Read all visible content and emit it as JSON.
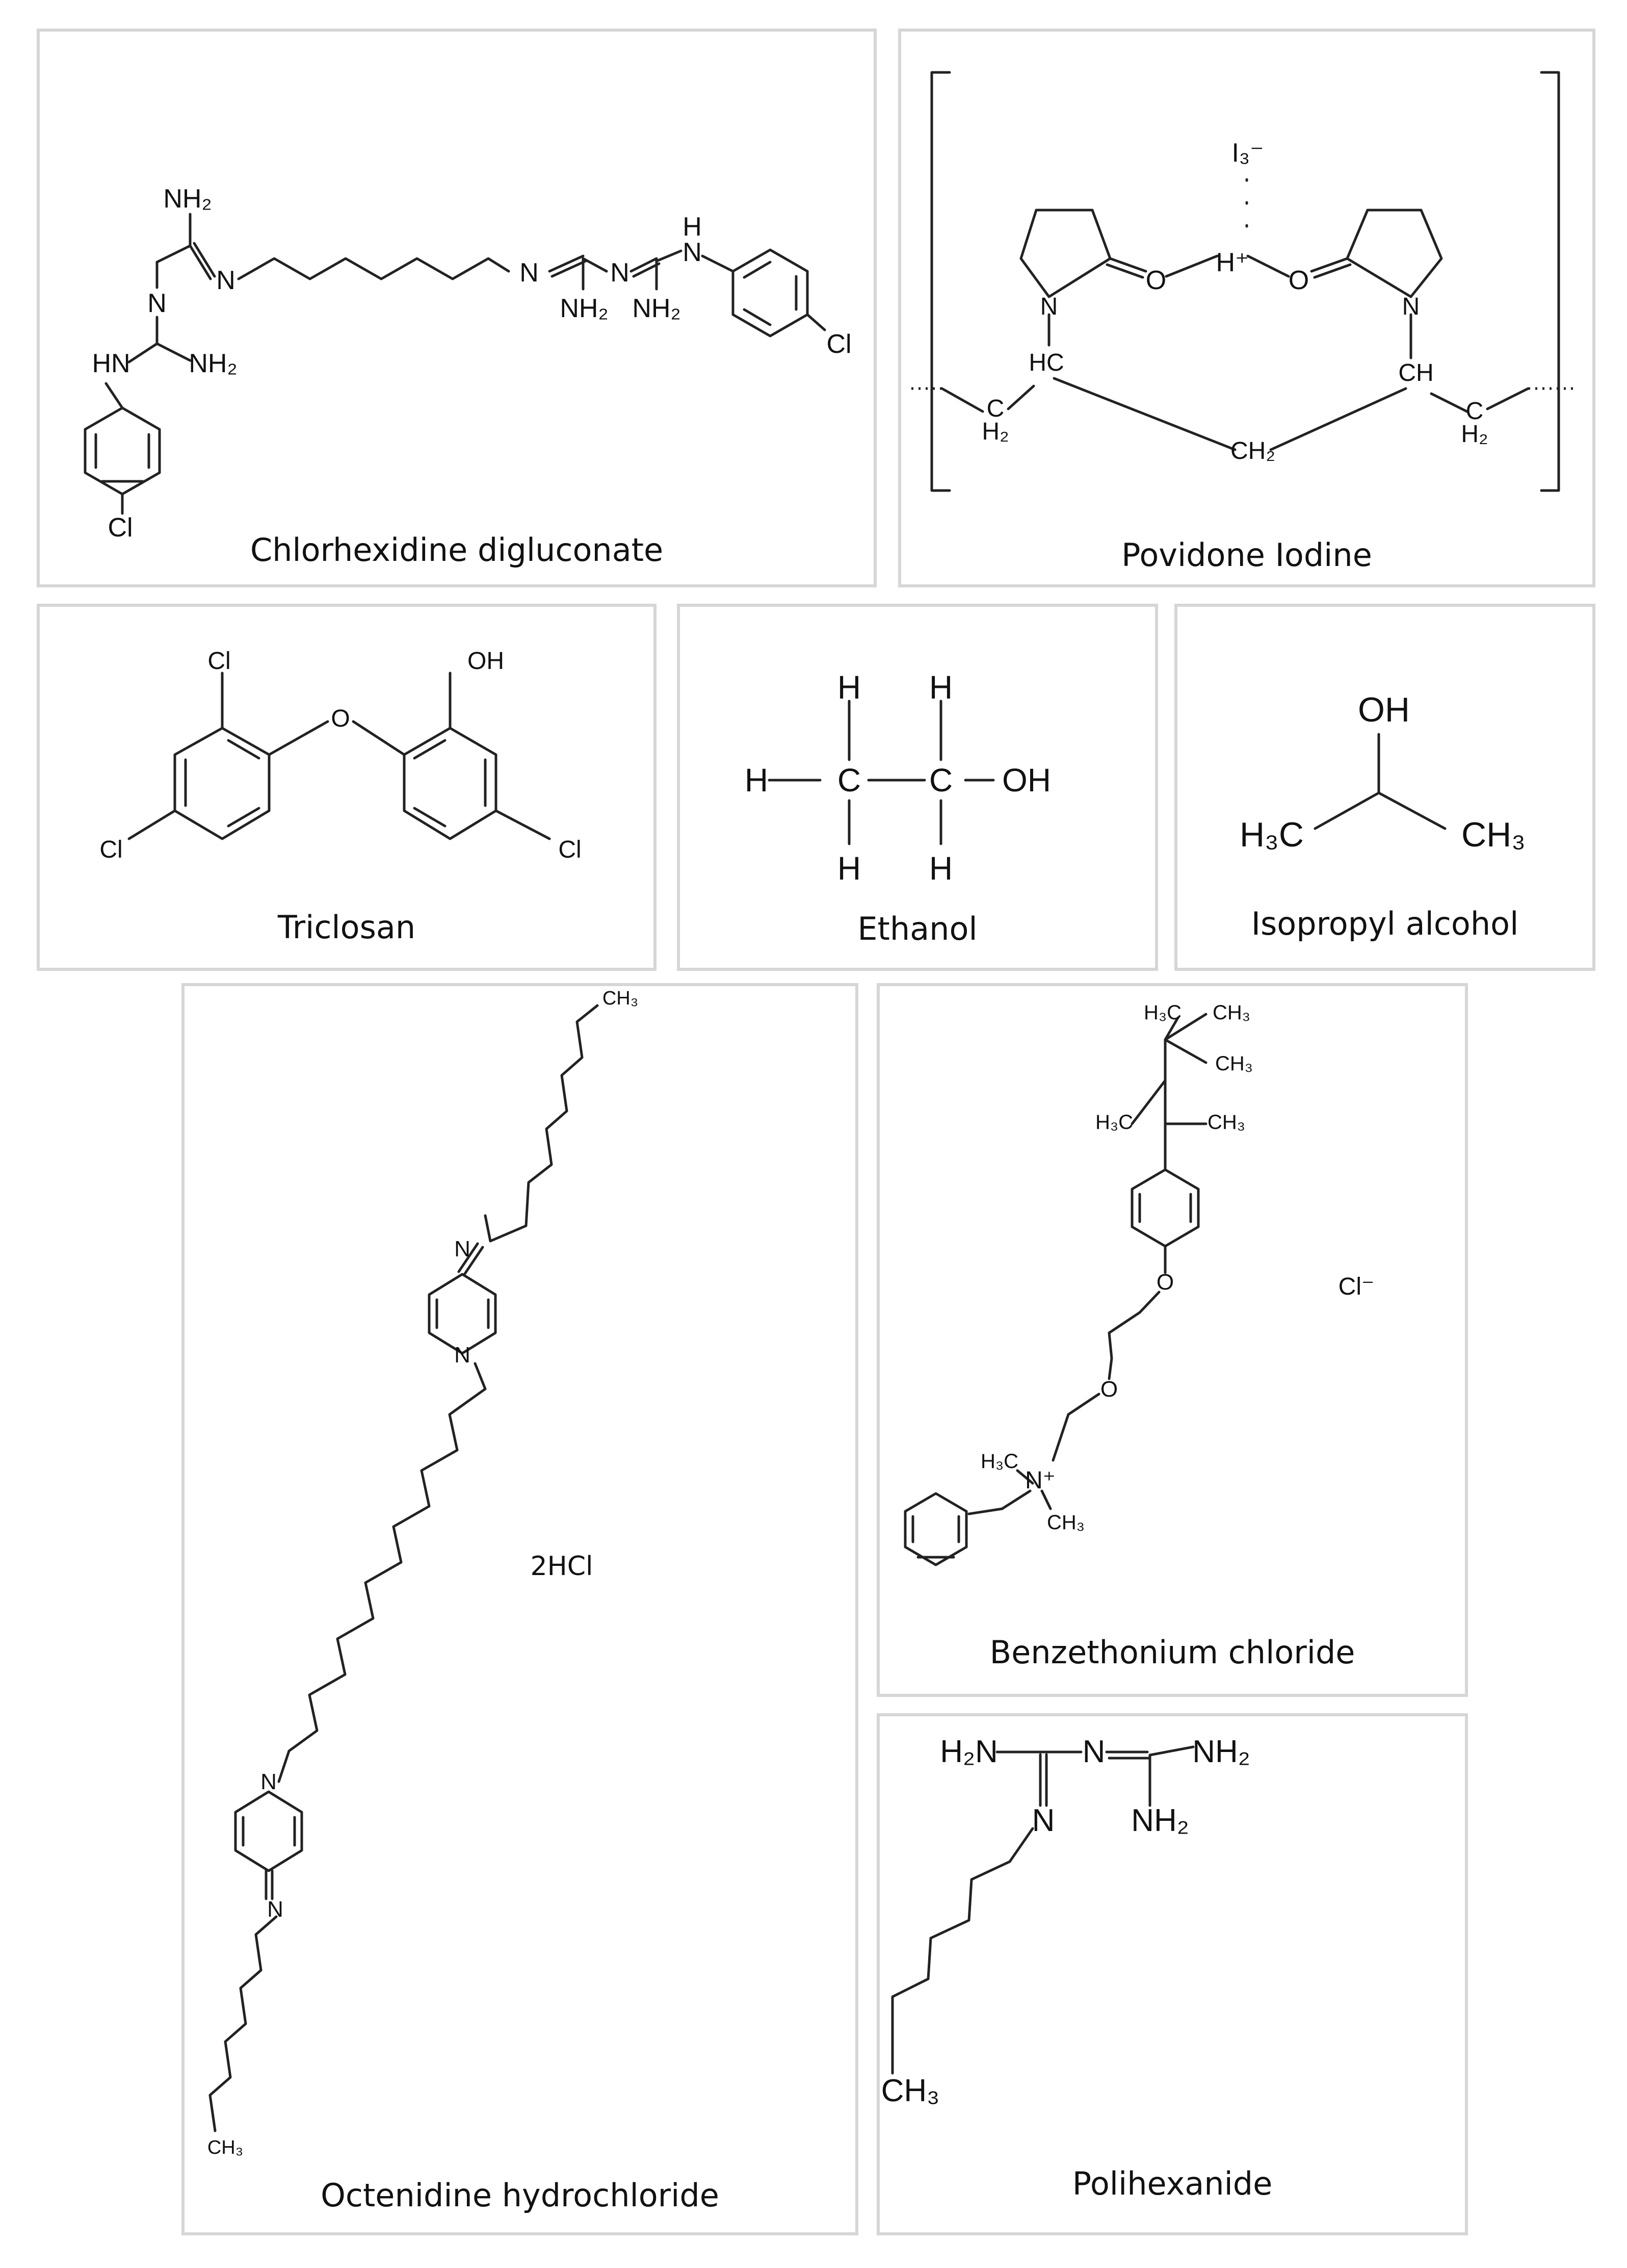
{
  "panels": {
    "chlorhexidine": {
      "caption": "Chlorhexidine digluconate",
      "atoms": {
        "nh2": "NH₂",
        "n": "N",
        "hn": "HN",
        "h": "H",
        "cl": "Cl"
      }
    },
    "povidone": {
      "caption": "Povidone Iodine",
      "atoms": {
        "i3": "I₃⁻",
        "hplus": "H⁺",
        "o": "O",
        "n": "N",
        "hc": "HC",
        "ch": "CH",
        "c": "C",
        "h2": "H₂",
        "ch2": "CH₂"
      }
    },
    "triclosan": {
      "caption": "Triclosan",
      "atoms": {
        "cl": "Cl",
        "oh": "OH",
        "o": "O"
      }
    },
    "ethanol": {
      "caption": "Ethanol",
      "atoms": {
        "h": "H",
        "c": "C",
        "oh": "OH"
      }
    },
    "isopropyl": {
      "caption": "Isopropyl alcohol",
      "atoms": {
        "oh": "OH",
        "h3c": "H₃C",
        "ch3": "CH₃"
      }
    },
    "octenidine": {
      "caption": "Octenidine hydrochloride",
      "atoms": {
        "ch3": "CH₃",
        "n": "N",
        "salt": "2HCl"
      }
    },
    "benzethonium": {
      "caption": "Benzethonium chloride",
      "atoms": {
        "h3c": "H₃C",
        "ch3": "CH₃",
        "o": "O",
        "nplus": "N⁺",
        "cl_ion": "Cl⁻"
      }
    },
    "polihexanide": {
      "caption": "Polihexanide",
      "atoms": {
        "h2n": "H₂N",
        "n": "N",
        "nh2": "NH₂",
        "ch3": "CH₃"
      }
    }
  }
}
